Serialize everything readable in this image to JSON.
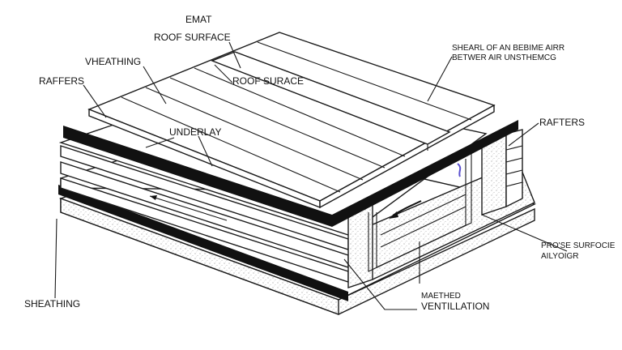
{
  "labels": {
    "emat": "EMAT",
    "roof_surface_top": "ROOF SURFACE",
    "vheathing": "VHEATHING",
    "raffers": "RAFFERS",
    "roof_surace": "ROOF SURACE",
    "underlay": "UNDERLAY",
    "shearl_line1": "SHEARL OF AN BEBIME AIRR",
    "shearl_line2": "BETWER AIR UNSTHEMCG",
    "rafters_right": "RAFTERS",
    "prose_line1": "PRO'SE SURFOCIE",
    "prose_line2": "AILYOIGR",
    "maethed": "MAETHED",
    "ventillation": "VENTILLATION",
    "sheathing": "SHEATHING"
  },
  "colors": {
    "ink": "#1a1a1a",
    "accent_arrow": "#5a4fcf",
    "stipple": "#d9d9d9"
  }
}
